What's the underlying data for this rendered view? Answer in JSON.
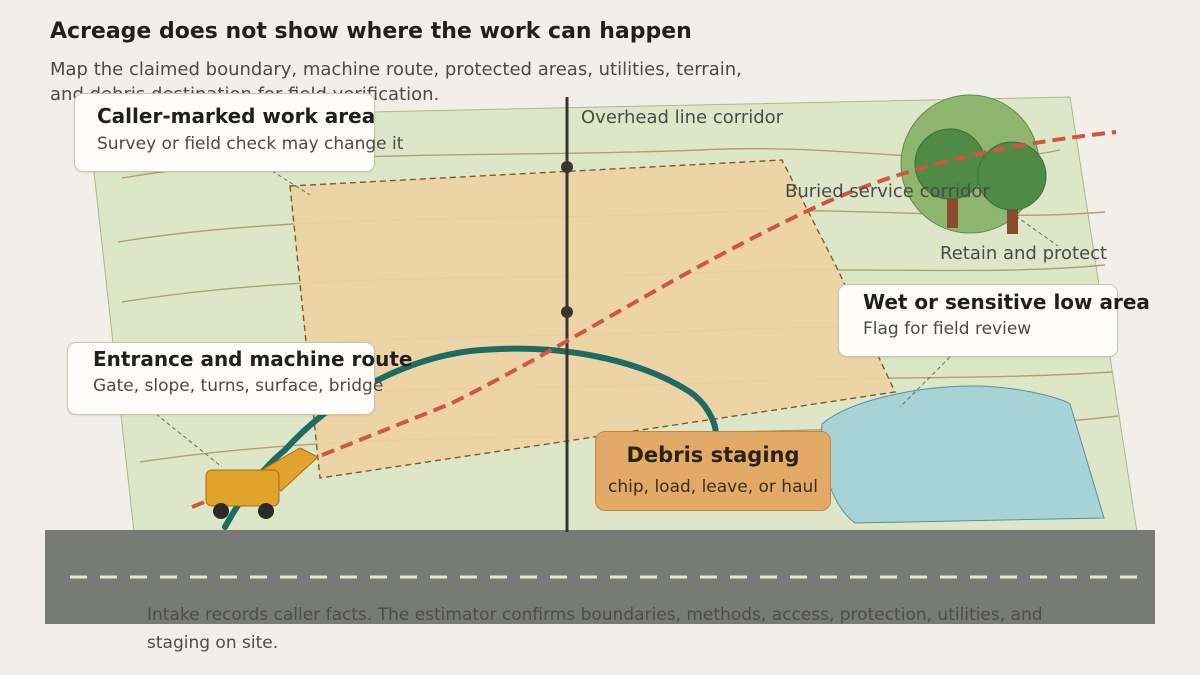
{
  "header": {
    "title": "Acreage does not show where the work can happen",
    "subtitle": "Map the claimed boundary, machine route, protected areas, utilities, terrain, and debris destination for field verification."
  },
  "callouts": {
    "work_area": {
      "heading": "Caller-marked work area",
      "sub": "Survey or field check may change it"
    },
    "machine_route": {
      "heading": "Entrance and machine route",
      "sub": "Gate, slope, turns, surface, bridge"
    },
    "wet_area": {
      "heading": "Wet or sensitive low area",
      "sub": "Flag for field review"
    },
    "debris": {
      "heading": "Debris staging",
      "sub": "chip, load, leave, or haul"
    }
  },
  "labels": {
    "overhead": "Overhead line corridor",
    "buried": "Buried service corridor",
    "retain": "Retain and protect"
  },
  "footnote": "Intake records caller facts. The estimator confirms boundaries, methods, access, protection, utilities, and staging on site.",
  "colors": {
    "parcel": "#dde7c8",
    "work_area": "#eed3a4",
    "route": "#1f6b61",
    "buried_line": "#d2553d",
    "water": "#a7d3d6",
    "road": "#787a76",
    "machine": "#e2a32c",
    "tree_light": "#8fb66f",
    "tree_dark": "#4f8a47"
  },
  "icons": [
    "machine-icon",
    "tree-group-icon",
    "utility-pole-icon"
  ]
}
